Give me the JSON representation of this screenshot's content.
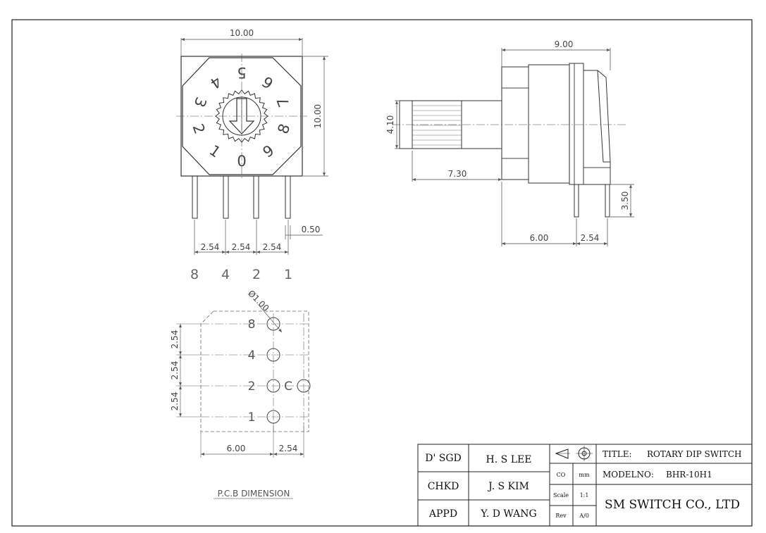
{
  "front_view": {
    "width_dim": "10.00",
    "height_dim": "10.00",
    "dial_digits": [
      "0",
      "1",
      "2",
      "3",
      "4",
      "5",
      "6",
      "7",
      "8",
      "9"
    ],
    "pin_pitch_1": "2.54",
    "pin_pitch_2": "2.54",
    "pin_pitch_3": "2.54",
    "pin_width": "0.50",
    "pin_labels": [
      "8",
      "4",
      "2",
      "1"
    ]
  },
  "side_view": {
    "overall_length": "9.00",
    "shaft_diameter": "4.10",
    "shaft_length": "7.30",
    "pin_offset": "6.00",
    "pin_pitch": "2.54",
    "pin_height": "3.50"
  },
  "pcb_view": {
    "hole_diameter": "Ø1.00",
    "row_pitch_1": "2.54",
    "row_pitch_2": "2.54",
    "row_pitch_3": "2.54",
    "hole_labels": [
      "8",
      "4",
      "2",
      "1"
    ],
    "common_label": "C",
    "width_dim": "6.00",
    "offset_dim": "2.54",
    "caption": "P.C.B DIMENSION"
  },
  "title_block": {
    "designed_label": "D' SGD",
    "designed_by": "H. S LEE",
    "checked_label": "CHKD",
    "checked_by": "J. S KIM",
    "approved_label": "APPD",
    "approved_by": "Y. D WANG",
    "co_label": "CO",
    "units": "mm",
    "scale_label": "Scale",
    "scale_value": "1:1",
    "rev_label": "Rev",
    "rev_value": "A/0",
    "title_label": "TITLE:",
    "title_value": "ROTARY DIP SWITCH",
    "model_label": "MODELNO:",
    "model_value": "BHR-10H1",
    "company": "SM SWITCH CO., LTD"
  }
}
